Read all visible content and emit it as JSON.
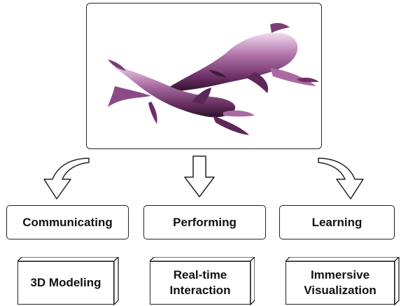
{
  "image": {
    "subject": "two dolphins (3D rendered)",
    "colors": {
      "body": "#7a3d74",
      "highlight": "#e8c6e2",
      "shadow": "#2c1229"
    }
  },
  "arrows": [
    {
      "id": "curved-left",
      "icon": "curved-arrow-left-down-icon"
    },
    {
      "id": "straight-down",
      "icon": "arrow-down-icon"
    },
    {
      "id": "curved-right",
      "icon": "curved-arrow-right-down-icon"
    }
  ],
  "categories": [
    {
      "label": "Communicating"
    },
    {
      "label": "Performing"
    },
    {
      "label": "Learning"
    }
  ],
  "technologies": [
    {
      "label": "3D Modeling"
    },
    {
      "label": "Real-time Interaction"
    },
    {
      "label": "Immersive Visualization"
    }
  ]
}
